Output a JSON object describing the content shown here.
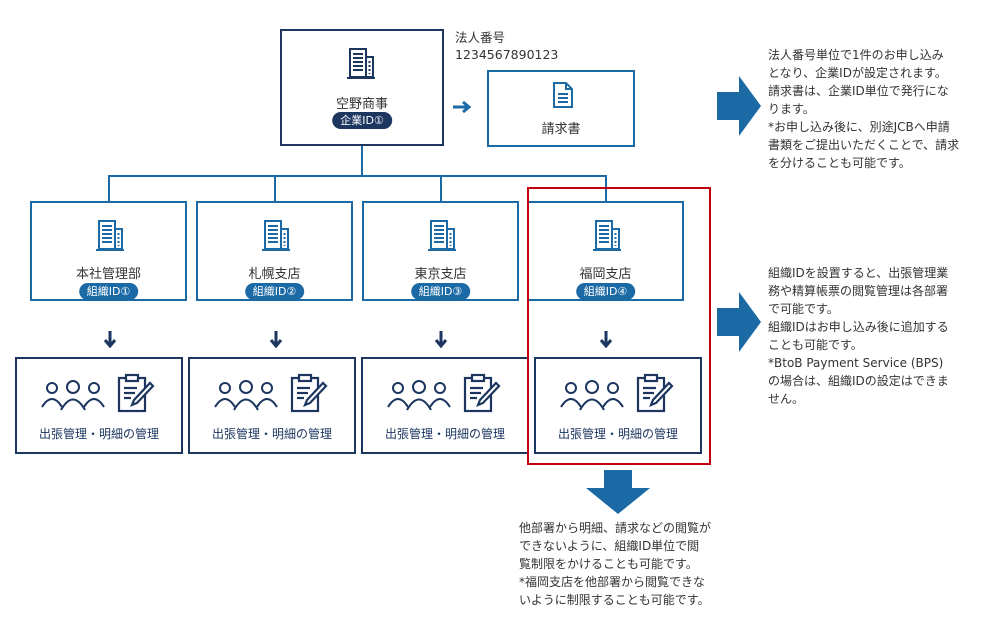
{
  "company": {
    "name": "空野商事",
    "id_label": "企業ID①",
    "corporate_number_label": "法人番号",
    "corporate_number": "1234567890123",
    "icon": "building-icon"
  },
  "invoice": {
    "label": "請求書",
    "icon": "document-icon"
  },
  "organizations": [
    {
      "name": "本社管理部",
      "id_label": "組織ID①",
      "work_label": "出張管理・明細の管理"
    },
    {
      "name": "札幌支店",
      "id_label": "組織ID②",
      "work_label": "出張管理・明細の管理"
    },
    {
      "name": "東京支店",
      "id_label": "組織ID③",
      "work_label": "出張管理・明細の管理"
    },
    {
      "name": "福岡支店",
      "id_label": "組織ID④",
      "work_label": "出張管理・明細の管理",
      "highlighted": true
    }
  ],
  "notes": {
    "top": [
      "法人番号単位で1件のお申し込み",
      "となり、企業IDが設定されます。",
      "請求書は、企業ID単位で発行にな",
      "ります。",
      "*お申し込み後に、別途JCBへ申請",
      "書類をご提出いただくことで、請求",
      "を分けることも可能です。"
    ],
    "middle": [
      "組織IDを設置すると、出張管理業",
      "務や精算帳票の閲覧管理は各部署",
      "で可能です。",
      "組織IDはお申し込み後に追加する",
      "ことも可能です。",
      "*BtoB Payment Service (BPS)",
      "の場合は、組織IDの設定はできま",
      "せん。"
    ],
    "bottom": [
      "他部署から明細、請求などの閲覧が",
      "できないように、組織ID単位で閲",
      "覧制限をかけることも可能です。",
      "*福岡支店を他部署から閲覧できな",
      "いように制限することも可能です。"
    ]
  },
  "colors": {
    "navy": "#1c3660",
    "blue": "#1b6aa5",
    "highlight_red": "#c00010"
  }
}
